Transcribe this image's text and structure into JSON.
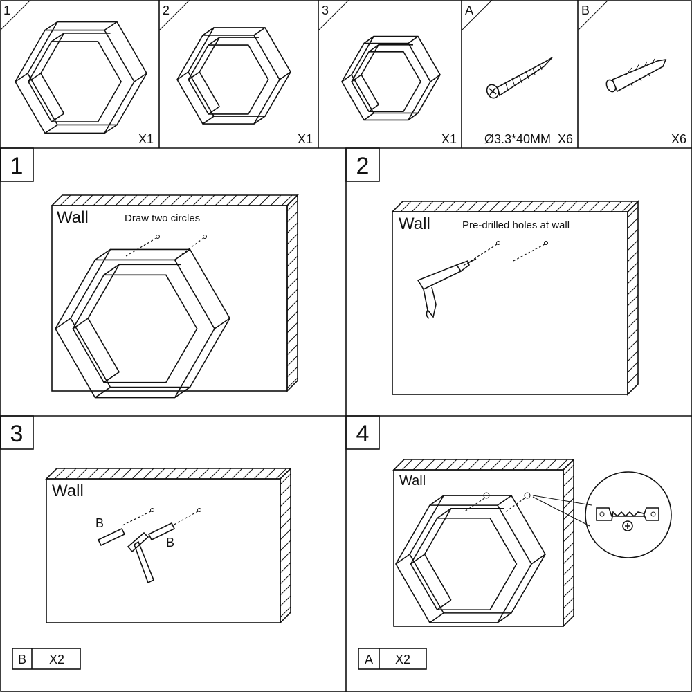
{
  "parts": [
    {
      "id": "1",
      "qty": "X1"
    },
    {
      "id": "2",
      "qty": "X1"
    },
    {
      "id": "3",
      "qty": "X1"
    },
    {
      "id": "A",
      "qty": "Ø3.3*40MM  X6"
    },
    {
      "id": "B",
      "qty": "X6"
    }
  ],
  "steps": [
    {
      "number": "1",
      "wall_label": "Wall",
      "caption": "Draw two circles"
    },
    {
      "number": "2",
      "wall_label": "Wall",
      "caption": "Pre-drilled holes at wall"
    },
    {
      "number": "3",
      "wall_label": "Wall",
      "anchor_label_left": "B",
      "anchor_label_right": "B",
      "footer_part": "B",
      "footer_qty": "X2"
    },
    {
      "number": "4",
      "wall_label": "Wall",
      "footer_part": "A",
      "footer_qty": "X2"
    }
  ]
}
